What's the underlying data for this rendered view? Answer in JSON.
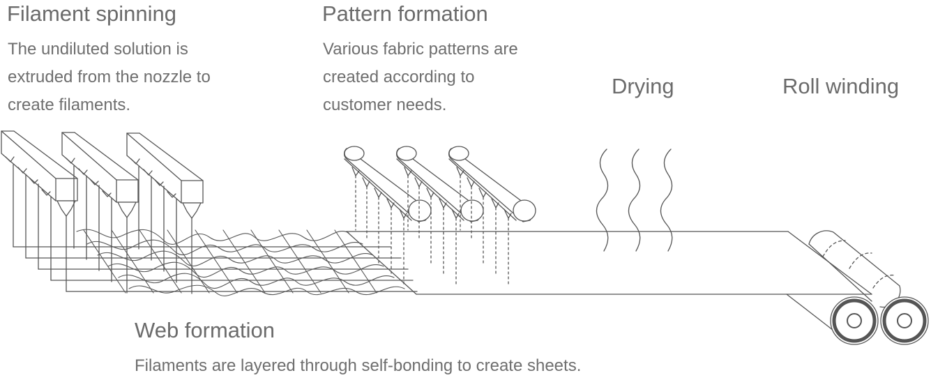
{
  "steps": {
    "filament_spinning": {
      "title": "Filament spinning",
      "desc": "The undiluted solution is\nextruded from the nozzle to\ncreate filaments."
    },
    "pattern_formation": {
      "title": "Pattern formation",
      "desc": "Various fabric patterns are\ncreated according to\ncustomer needs."
    },
    "drying": {
      "title": "Drying"
    },
    "roll_winding": {
      "title": "Roll winding"
    },
    "web_formation": {
      "title": "Web formation",
      "desc": "Filaments are layered through self-bonding to create sheets."
    }
  },
  "colors": {
    "line": "#555555",
    "text": "#6b6b6b"
  }
}
